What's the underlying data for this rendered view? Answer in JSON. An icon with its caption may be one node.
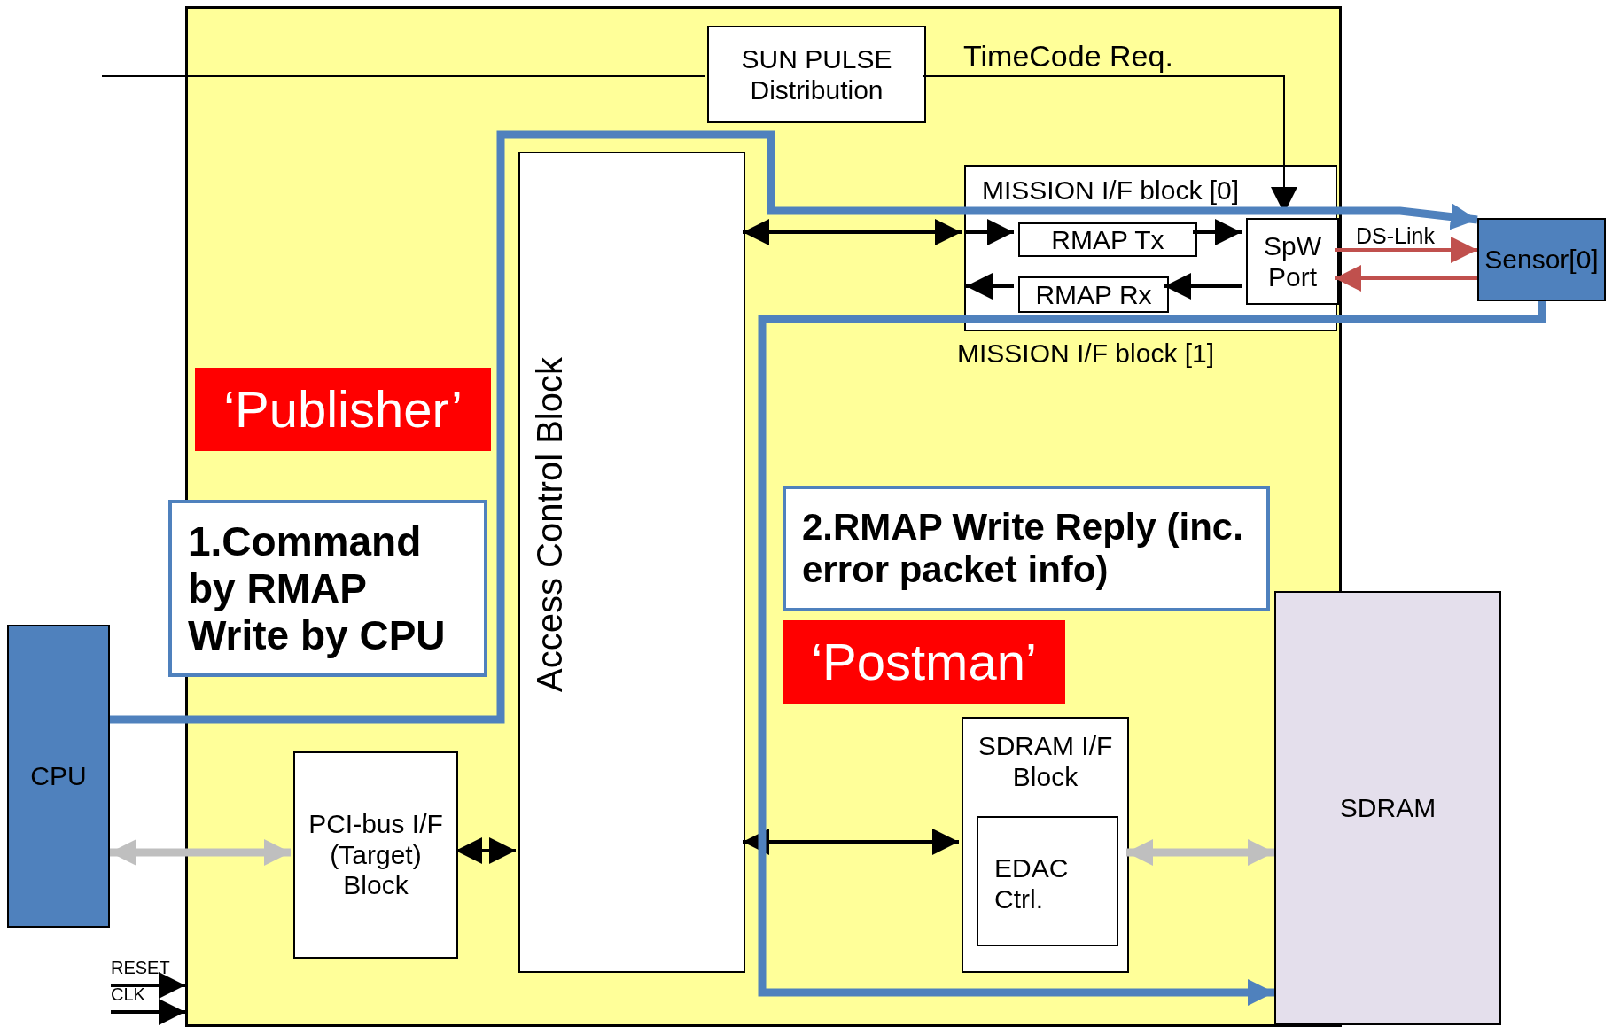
{
  "diagram": {
    "nodes": [
      {
        "text": [],
        "shape": "box"
      },
      {
        "text": [
          "SUN PULSE Distribution"
        ],
        "in": 0
      },
      {
        "text": [
          "Access Control Block"
        ],
        "in": 0
      },
      {
        "text": [
          "MISSION I/F block [0]",
          "MISSION I/F block [1]"
        ],
        "in": 0
      },
      {
        "text": [
          "RMAP Tx"
        ],
        "in": 3
      },
      {
        "text": [
          "RMAP Rx"
        ],
        "in": 3
      },
      {
        "text": [
          "SpW Port"
        ],
        "in": 3
      },
      {
        "text": [
          "Sensor[0]"
        ]
      },
      {
        "text": [
          "‘Publisher’"
        ],
        "in": 0
      },
      {
        "text": [
          "1.Command by RMAP Write by CPU"
        ],
        "in": 0
      },
      {
        "text": [
          "2.RMAP Write Reply (inc. error packet info)"
        ],
        "in": 0
      },
      {
        "text": [
          "‘Postman’"
        ],
        "in": 0
      },
      {
        "text": [
          "CPU"
        ]
      },
      {
        "text": [
          "PCI-bus I/F (Target) Block"
        ],
        "in": 0
      },
      {
        "text": [
          "SDRAM I/F Block"
        ],
        "in": 0
      },
      {
        "text": [
          "EDAC Ctrl."
        ],
        "in": 14
      },
      {
        "text": [
          "SDRAM"
        ]
      }
    ],
    "edges": [
      {
        "from": null,
        "to": 1,
        "arrow": "none"
      },
      {
        "from": 1,
        "to": 6,
        "arrow": "to",
        "label": "TimeCode Req."
      },
      {
        "from": 2,
        "to": 3,
        "arrow": "both"
      },
      {
        "from": null,
        "to": 4,
        "arrow": "to"
      },
      {
        "from": 4,
        "to": 6,
        "arrow": "to"
      },
      {
        "from": 6,
        "to": 5,
        "arrow": "to"
      },
      {
        "from": 5,
        "to": null,
        "arrow": "to"
      },
      {
        "from": 6,
        "to": 7,
        "arrow": "to",
        "color": "#c0504d",
        "label": "DS-Link"
      },
      {
        "from": 7,
        "to": 6,
        "arrow": "to",
        "color": "#c0504d"
      },
      {
        "from": 12,
        "to": 13,
        "arrow": "both",
        "style": "thick",
        "color": "#bfbfbf"
      },
      {
        "from": 13,
        "to": 2,
        "arrow": "both"
      },
      {
        "from": 2,
        "to": 14,
        "arrow": "both"
      },
      {
        "from": 14,
        "to": 16,
        "arrow": "both",
        "style": "thick",
        "color": "#bfbfbf"
      },
      {
        "from": 12,
        "to": 7,
        "arrow": "to",
        "style": "thick",
        "color": "#4f81bd"
      },
      {
        "from": 7,
        "to": 16,
        "arrow": "to",
        "style": "thick",
        "color": "#4f81bd"
      },
      {
        "from": null,
        "to": 0,
        "arrow": "to",
        "label": "RESET"
      },
      {
        "from": null,
        "to": 0,
        "arrow": "to",
        "label": "CLK"
      }
    ]
  }
}
